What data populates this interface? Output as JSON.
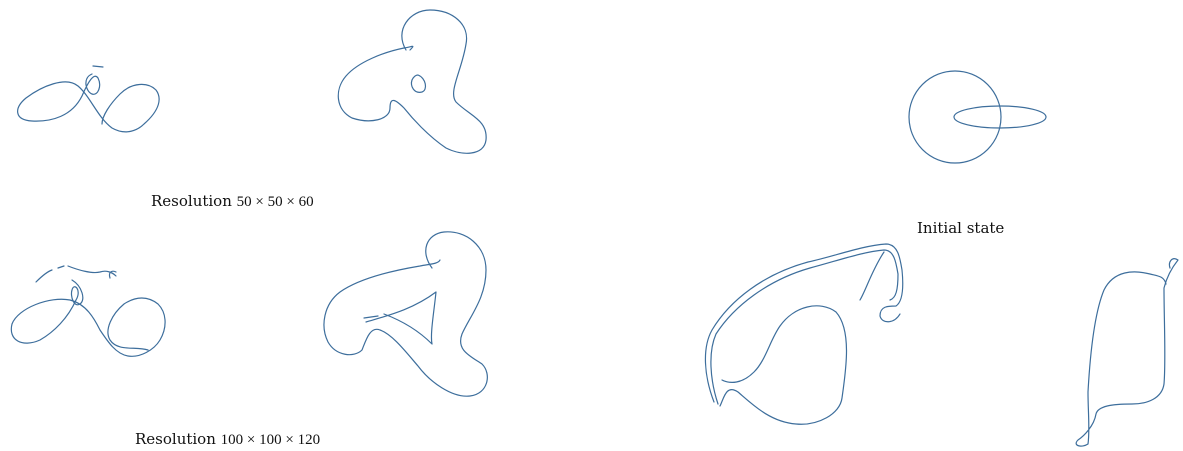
{
  "captions": {
    "res_low": {
      "label": "Resolution",
      "math": "50 × 50 × 60"
    },
    "res_high": {
      "label": "Resolution",
      "math": "100 × 100 × 120"
    },
    "initial": {
      "label": "Initial state"
    }
  },
  "colors": {
    "curve": "#3d6e9c"
  }
}
